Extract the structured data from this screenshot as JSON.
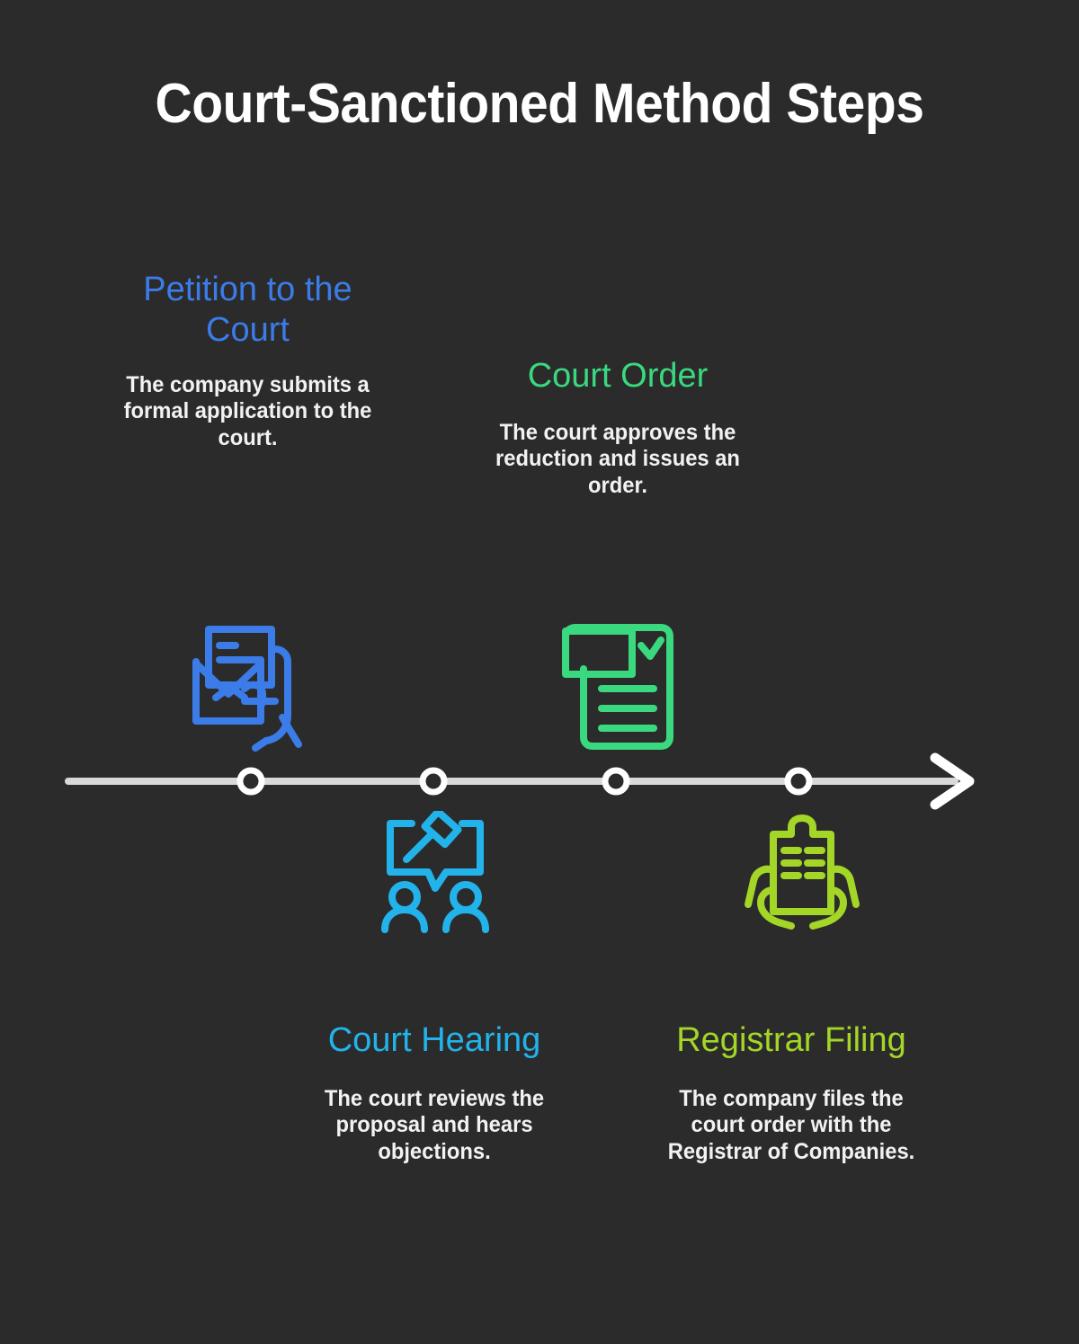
{
  "page": {
    "title": "Court-Sanctioned Method Steps",
    "background_color": "#2b2b2b",
    "title_color": "#ffffff"
  },
  "timeline": {
    "line_color": "#d9d9d9",
    "marker_fill": "#2b2b2b",
    "marker_ring": "#ffffff",
    "arrow_color": "#ffffff",
    "marker_count": 4
  },
  "steps": [
    {
      "id": "step-1",
      "heading": "Petition to the Court",
      "description": "The company submits a formal application to the court.",
      "color": "#3b7ce8",
      "icon": "hand-holding-envelope-icon",
      "position": "above"
    },
    {
      "id": "step-2",
      "heading": "Court Order",
      "description": "The court approves the reduction and issues an order.",
      "color": "#3ad97f",
      "icon": "approved-document-icon",
      "position": "above"
    },
    {
      "id": "step-3",
      "heading": "Court Hearing",
      "description": "The court reviews the proposal and hears objections.",
      "color": "#22b3ea",
      "icon": "gavel-speech-bubble-people-icon",
      "position": "below"
    },
    {
      "id": "step-4",
      "heading": "Registrar Filing",
      "description": "The company files the court order with the Registrar of Companies.",
      "color": "#a3d626",
      "icon": "hands-holding-clipboard-icon",
      "position": "below"
    }
  ]
}
